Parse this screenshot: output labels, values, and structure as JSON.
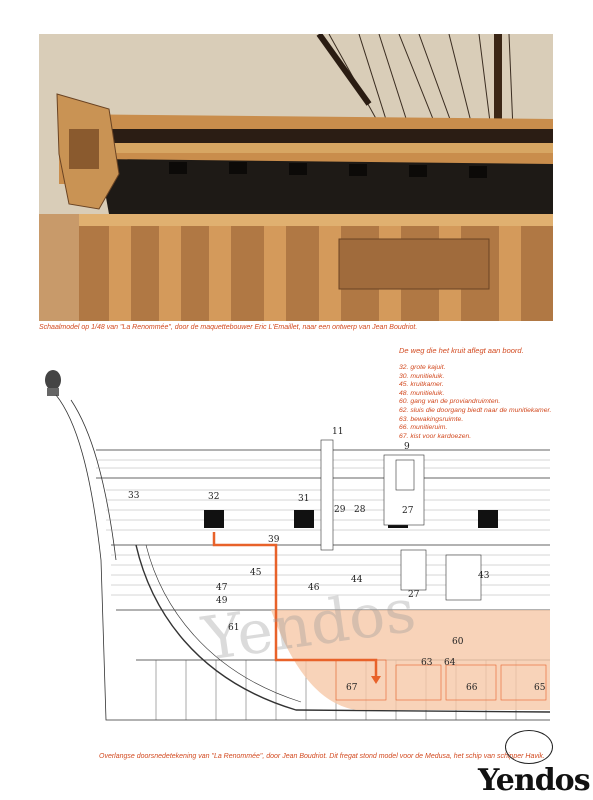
{
  "photo": {
    "caption": "Schaalmodel op 1/48 van \"La Renommée\", door de maquettebouwer Eric L'Emaillet, naar een ontwerp van Jean Boudriot."
  },
  "legend": {
    "title": "De weg die het kruit aflegt aan boord.",
    "items": [
      "32. grote kajuit.",
      "30. munitieluik.",
      "45. kruitkamer.",
      "48. munitieluik.",
      "60. gang van de proviandruimten.",
      "62. sluis die doorgang biedt naar de munitiekamer.",
      "63. bewakingsruimte.",
      "66. munitieruim.",
      "67. kist voor kardoezen."
    ]
  },
  "drawing": {
    "caption": "Overlangse doorsnedetekening van \"La Renommée\", door Jean Boudriot. Dit fregat stond model voor de Medusa, het schip van schipper Havik.",
    "labels": [
      "11",
      "9",
      "33",
      "32",
      "31",
      "29",
      "28",
      "27",
      "39",
      "45",
      "44",
      "43",
      "47",
      "46",
      "49",
      "27",
      "61",
      "60",
      "64",
      "63",
      "67",
      "66",
      "65"
    ],
    "accent": "#e8622a"
  },
  "watermark": {
    "text": "Yendos"
  }
}
